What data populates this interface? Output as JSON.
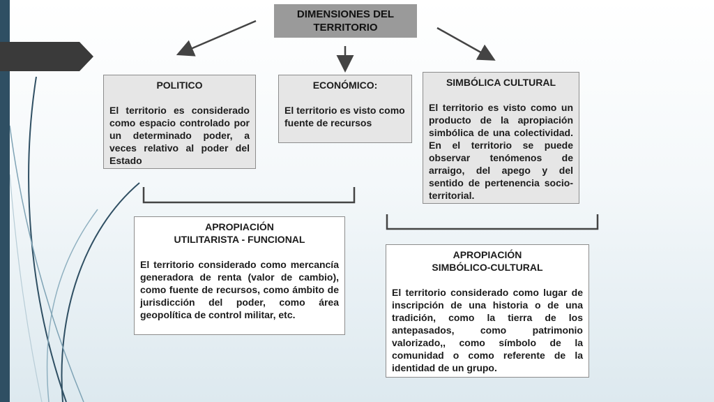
{
  "title": {
    "line1": "DIMENSIONES DEL",
    "line2": "TERRITORIO"
  },
  "politico": {
    "heading": "POLITICO",
    "body": "El territorio es considerado como espacio controlado por un determinado poder, a veces relativo al poder del Estado"
  },
  "economico": {
    "heading": "ECONÓMICO:",
    "body": "El territorio es visto como fuente de recursos"
  },
  "simbolica": {
    "heading": "SIMBÓLICA CULTURAL",
    "body": "El territorio es visto como un producto de la apropiación simbólica de una colectividad. En el territorio se puede observar tenómenos de arraigo, del apego y del sentido de pertenencia socio-territorial."
  },
  "apropiacion_utilitarista": {
    "heading1": "APROPIACIÓN",
    "heading2": "UTILITARISTA - FUNCIONAL",
    "body": "El territorio considerado como mercancía generadora de renta (valor de cambio), como fuente de recursos, como ámbito de jurisdicción del poder, como área geopolítica de control militar, etc."
  },
  "apropiacion_simbolico": {
    "heading1": "APROPIACIÓN",
    "heading2": "SIMBÓLICO-CULTURAL",
    "body": "El territorio considerado como lugar de inscripción de una historia o de una tradición, como la tierra de los antepasados, como patrimonio valorizado,, como símbolo de la comunidad o como referente de la identidad de un grupo."
  },
  "colors": {
    "title_bg": "#9a9a9a",
    "box_gray": "#e6e6e6",
    "box_border": "#8c8c8c",
    "connector": "#444444",
    "left_bar": "#2f4f63"
  }
}
